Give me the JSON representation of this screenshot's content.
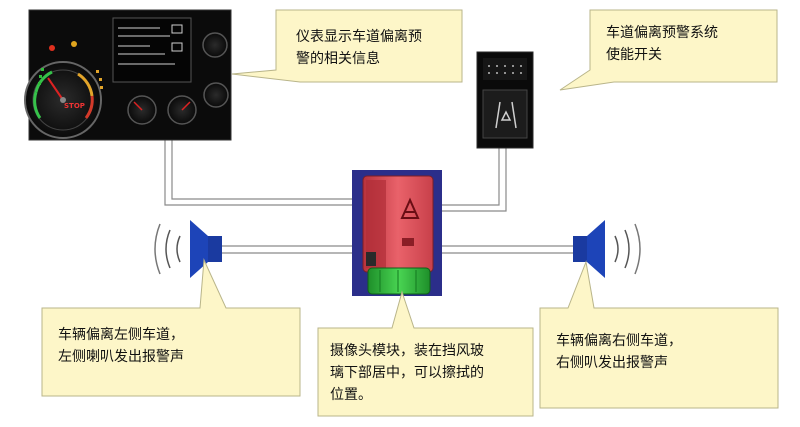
{
  "callouts": {
    "instrument": "仪表显示车道偏离预\n警的相关信息",
    "switch": "车道偏离预警系统\n使能开关",
    "left_speaker": "车辆偏离左侧车道，\n左侧喇叭发出报警声",
    "camera": "摄像头模块，装在挡风玻\n璃下部居中，可以擦拭的\n位置。",
    "right_speaker": "车辆偏离右侧车道，\n右侧叭发出报警声"
  },
  "cluster": {
    "stop_label": "STOP"
  },
  "colors": {
    "callout_fill": "#fdf6c8",
    "callout_border": "#b9b58a",
    "speaker_blue": "#1a3aa0",
    "camera_red": "#e0505a",
    "camera_green": "#2fbf3a",
    "wire": "#8a8a8a"
  }
}
